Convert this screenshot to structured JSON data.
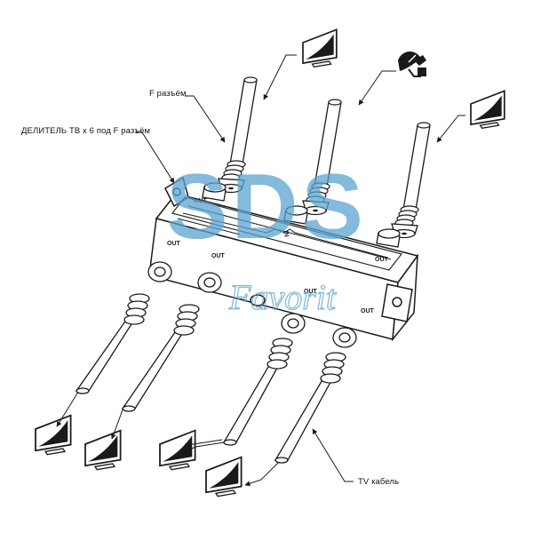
{
  "labels": {
    "f_connector": "F разъём",
    "splitter": "ДЕЛИТЕЛЬ ТВ х 6 под F разъём",
    "tv_cable": "TV кабель"
  },
  "port_labels": {
    "out": "OUT",
    "in": "IN"
  },
  "watermark": {
    "brand": "SDS",
    "sub": "Favorit"
  },
  "colors": {
    "line": "#1a1a1a",
    "watermark": "#5ba3cf"
  },
  "icons": [
    "tv-icon",
    "satellite-dish-icon"
  ]
}
